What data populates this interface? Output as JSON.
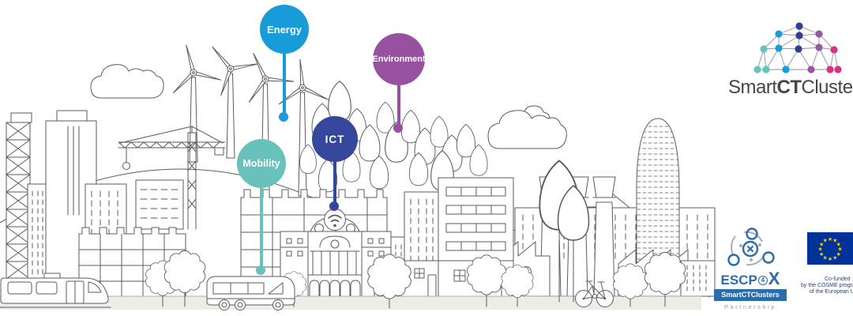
{
  "scene": {
    "badges": [
      {
        "id": "energy",
        "label": "Energy",
        "color": "#189cd9"
      },
      {
        "id": "environment",
        "label": "Environment",
        "color": "#98519e"
      },
      {
        "id": "ict",
        "label": "ICT",
        "color": "#35479b"
      },
      {
        "id": "mobility",
        "label": "Mobility",
        "color": "#68c2bb"
      }
    ],
    "line_art_color": "#5a5a64",
    "ground_color": "#edece7"
  },
  "brand": {
    "name_part1": "Smart",
    "name_part2": "CT",
    "name_part3": "Clusters",
    "text_color": "#45454d",
    "dome_colors": {
      "navy": "#2e3f94",
      "cyan": "#189dd9",
      "purple": "#9b55a5",
      "teal": "#64c4bd",
      "pink": "#d8337f"
    }
  },
  "partners": {
    "escp": {
      "acronym": "ESCP",
      "number": "4",
      "x": "X",
      "banner": "SmartCTClusters",
      "subtitle": "Partnership",
      "accent": "#2a6cad"
    },
    "eu": {
      "line1": "Co-funded",
      "line2": "by the COSME programme",
      "line3": "of the European Union",
      "flag_color": "#003399",
      "star_color": "#ffcc00"
    }
  }
}
